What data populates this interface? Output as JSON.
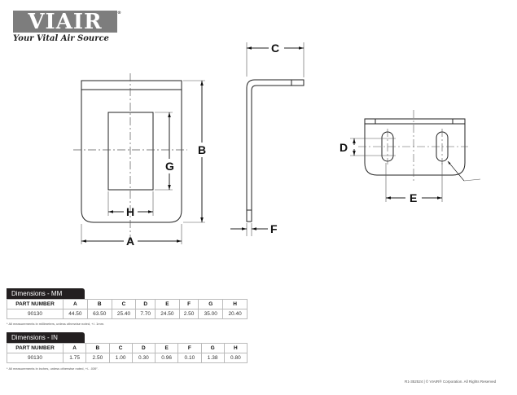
{
  "logo": {
    "brand": "VIAIR",
    "tagline": "Your Vital Air Source"
  },
  "drawing_labels": {
    "A": "A",
    "B": "B",
    "C": "C",
    "D": "D",
    "E": "E",
    "F": "F",
    "G": "G",
    "H": "H"
  },
  "tables": [
    {
      "title": "Dimensions - MM",
      "columns": [
        "PART NUMBER",
        "A",
        "B",
        "C",
        "D",
        "E",
        "F",
        "G",
        "H"
      ],
      "rows": [
        [
          "90130",
          "44.50",
          "63.50",
          "25.40",
          "7.70",
          "24.50",
          "2.50",
          "35.00",
          "20.40"
        ]
      ],
      "note": "* All measurements in millimeters, unless otherwise noted, +/- 1mm."
    },
    {
      "title": "Dimensions - IN",
      "columns": [
        "PART NUMBER",
        "A",
        "B",
        "C",
        "D",
        "E",
        "F",
        "G",
        "H"
      ],
      "rows": [
        [
          "90130",
          "1.75",
          "2.50",
          "1.00",
          "0.30",
          "0.96",
          "0.10",
          "1.38",
          "0.80"
        ]
      ],
      "note": "* All measurements in inches, unless otherwise noted, +/- .039\"."
    }
  ],
  "footer": "R1-352524 | © VIAIR® Corporation. All Rights Reserved"
}
